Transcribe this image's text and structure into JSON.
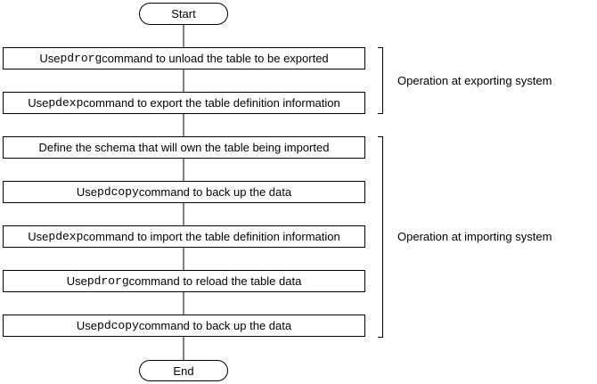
{
  "flowchart": {
    "start_label": "Start",
    "end_label": "End",
    "steps": [
      {
        "before": "Use ",
        "command": "pdrorg",
        "after": " command to unload the table to be exported"
      },
      {
        "before": "Use ",
        "command": "pdexp",
        "after": " command to export the table definition information"
      },
      {
        "before": "Define the schema that will own the table being imported",
        "command": "",
        "after": ""
      },
      {
        "before": "Use ",
        "command": "pdcopy",
        "after": " command to back up the data"
      },
      {
        "before": "Use ",
        "command": "pdexp",
        "after": " command to import the table definition information"
      },
      {
        "before": "Use ",
        "command": "pdrorg",
        "after": " command to reload the table data"
      },
      {
        "before": "Use ",
        "command": "pdcopy",
        "after": " command to back up the data"
      }
    ],
    "groups": [
      {
        "label": "Operation at exporting system"
      },
      {
        "label": "Operation at importing system"
      }
    ]
  }
}
